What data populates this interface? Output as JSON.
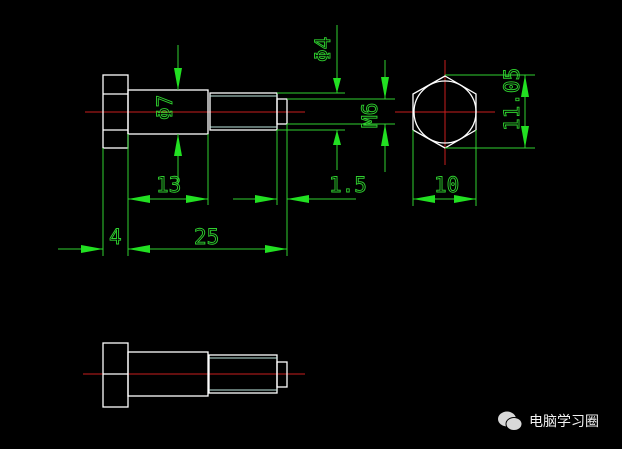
{
  "dimensions": {
    "d7": "Φ7",
    "d4": "Φ4",
    "m6": "M6",
    "len13": "13",
    "len1_5": "1.5",
    "len4": "4",
    "len25": "25",
    "width10": "10",
    "height11_05": "11.05"
  },
  "watermark": {
    "icon": "wechat-icon",
    "text": "电脑学习圈"
  },
  "colors": {
    "background": "#000000",
    "outline": "#ffffff",
    "dimension": "#2fd12f",
    "centerline": "#c81e1e"
  }
}
